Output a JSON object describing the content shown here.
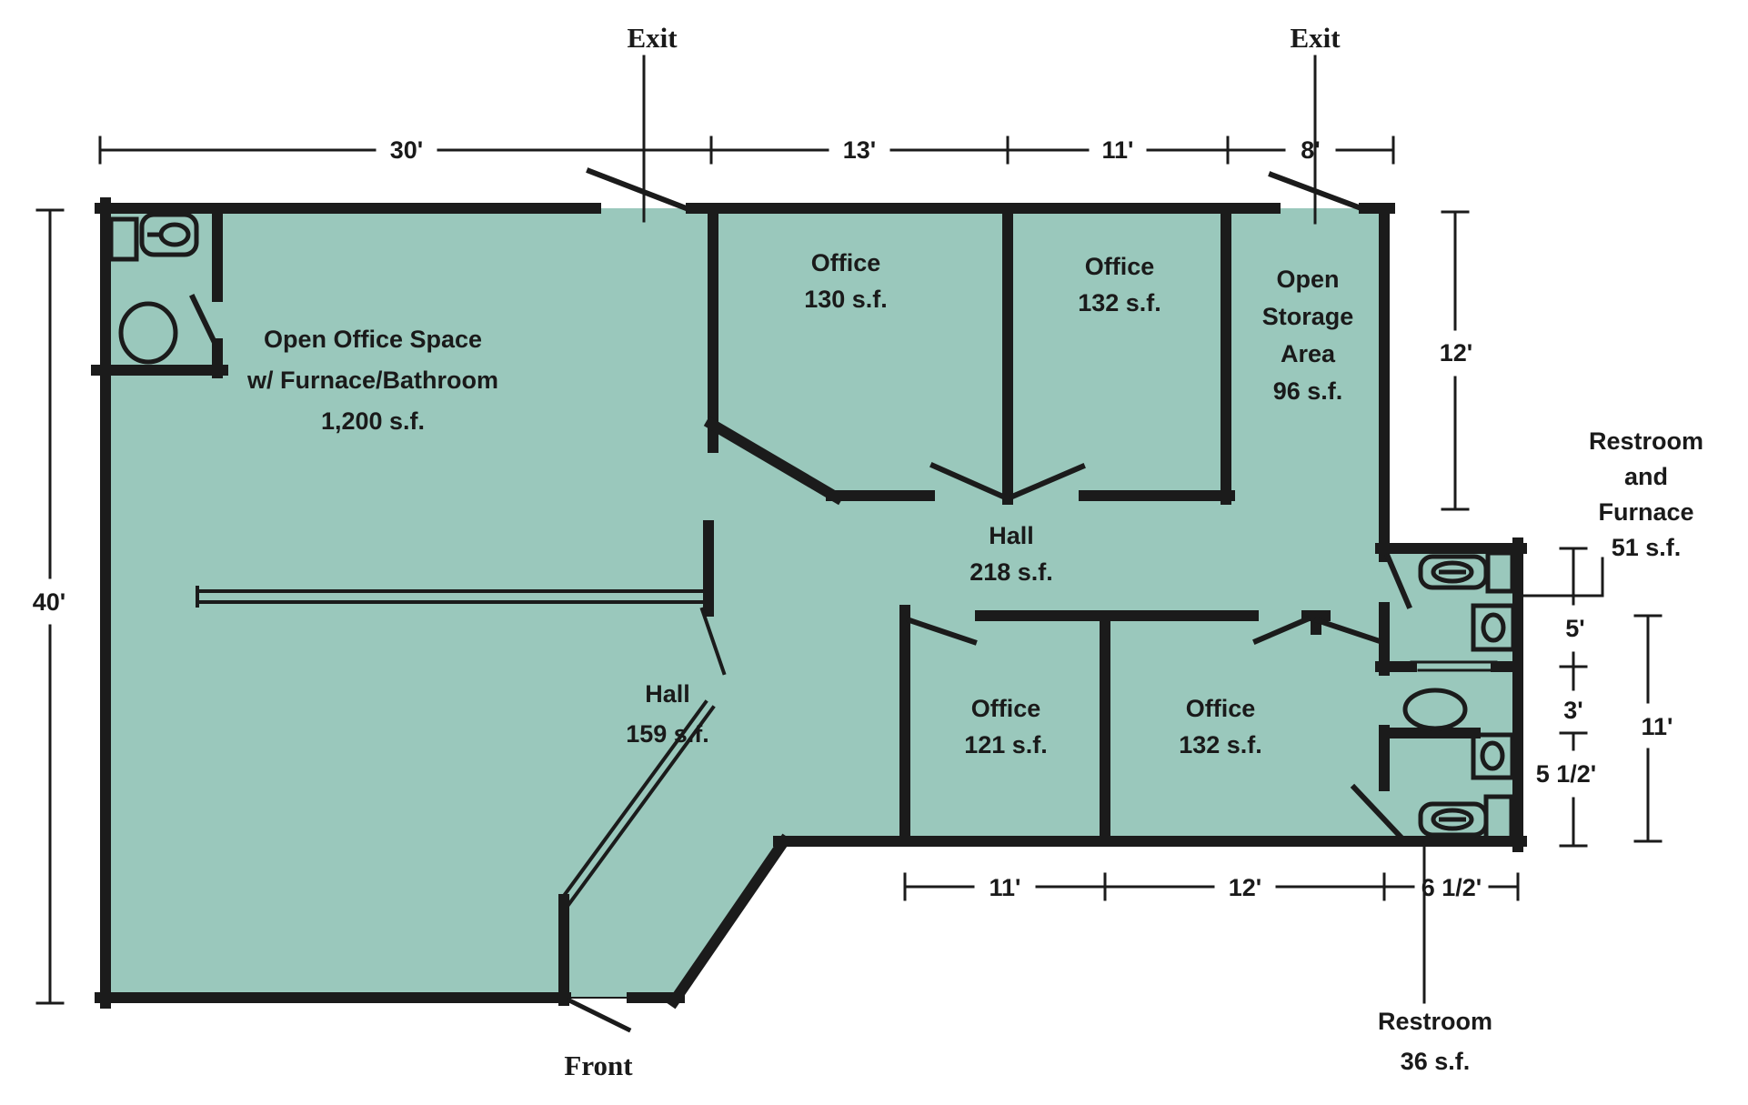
{
  "colors": {
    "floor_fill": "#9ac8bc",
    "wall_line": "#1b1b1b",
    "text": "#1a1a1a",
    "background": "#ffffff"
  },
  "exits": {
    "top_left": "Exit",
    "top_right": "Exit"
  },
  "front_label": "Front",
  "rooms": {
    "open_office": {
      "line1": "Open Office Space",
      "line2": "w/ Furnace/Bathroom",
      "line3": "1,200 s.f."
    },
    "office_130": {
      "name": "Office",
      "area": "130 s.f."
    },
    "office_132_top": {
      "name": "Office",
      "area": "132 s.f."
    },
    "open_storage": {
      "line1": "Open",
      "line2": "Storage",
      "line3": "Area",
      "line4": "96 s.f."
    },
    "hall_218": {
      "name": "Hall",
      "area": "218 s.f."
    },
    "hall_159": {
      "name": "Hall",
      "area": "159 s.f."
    },
    "office_121": {
      "name": "Office",
      "area": "121 s.f."
    },
    "office_132_bottom": {
      "name": "Office",
      "area": "132 s.f."
    },
    "restroom_furnace": {
      "line1": "Restroom",
      "line2": "and",
      "line3": "Furnace",
      "line4": "51 s.f."
    },
    "restroom_36": {
      "line1": "Restroom",
      "line2": "36 s.f."
    }
  },
  "dimensions": {
    "top": {
      "d30": "30'",
      "d13": "13'",
      "d11": "11'",
      "d8": "8'"
    },
    "left": {
      "d40": "40'"
    },
    "storage_right": {
      "d12": "12'"
    },
    "bottom": {
      "d11": "11'",
      "d12": "12'",
      "d6h": "6 1/2'"
    },
    "annex": {
      "d5": "5'",
      "d3": "3'",
      "d5h": "5 1/2'",
      "total": "11'"
    }
  },
  "fixtures": {
    "toilet": "toilet-icon",
    "sink": "sink-icon",
    "wash_basin": "wash-basin-icon"
  }
}
